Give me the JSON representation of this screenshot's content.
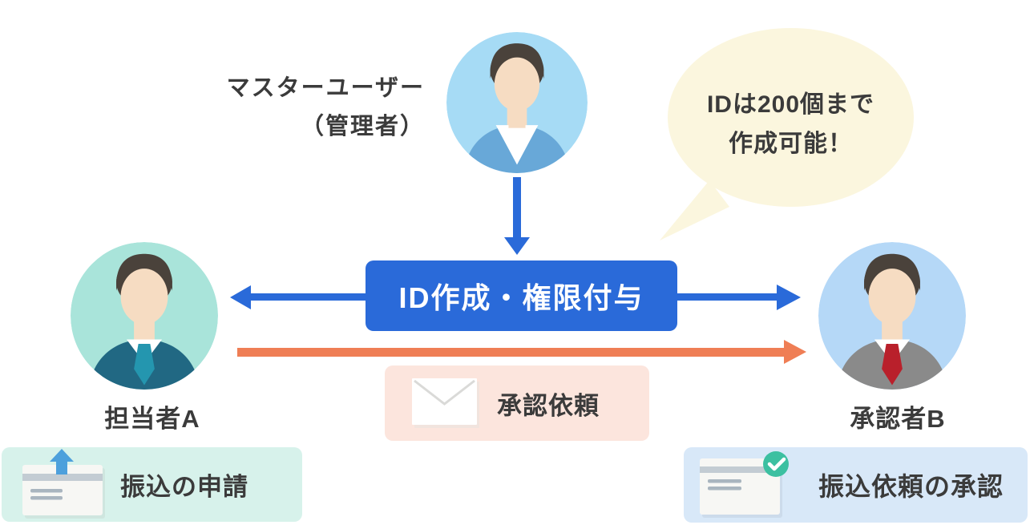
{
  "title": {
    "line1": "マスターユーザー",
    "line2": "（管理者）"
  },
  "bubble": {
    "line1": "IDは200個まで",
    "line2": "作成可能！"
  },
  "action_box": {
    "label": "ID作成・権限付与"
  },
  "actors": {
    "person_a": {
      "label": "担当者A"
    },
    "person_b": {
      "label": "承認者B"
    }
  },
  "flows": {
    "approval_request": {
      "label": "承認依頼",
      "icon": "envelope-icon"
    },
    "transfer_application": {
      "label": "振込の申請",
      "icon": "document-upload-icon"
    },
    "transfer_approval": {
      "label": "振込依頼の承認",
      "icon": "document-check-icon",
      "badge_icon": "check-icon"
    }
  },
  "theme": {
    "blue": "#2a6ad9",
    "orange": "#ef7e55",
    "text": "#3b3b3b",
    "bubble_bg": "#fbf6de",
    "pink_bg": "#fce5dd",
    "mint_bg": "#d7f2eb",
    "lightblue_bg": "#d8e8f8",
    "green": "#3cc0a1",
    "avatar_master_bg": "#a6dbf5",
    "avatar_a_bg": "#a9e4da",
    "avatar_b_bg": "#b5d8f7",
    "skin": "#f6dcc2",
    "hair": "#4a423b",
    "shirt_master": "#68a8d8",
    "suit_a": "#216883",
    "tie_a": "#2496af",
    "suit_b": "#8a8a8a",
    "tie_b": "#b9202b",
    "card": "#f7f7f4",
    "card_stripe": "#c3ccd3",
    "card_line": "#a9b5bf",
    "upload_arrow": "#4da0dc",
    "envelope": "#ffffff"
  }
}
